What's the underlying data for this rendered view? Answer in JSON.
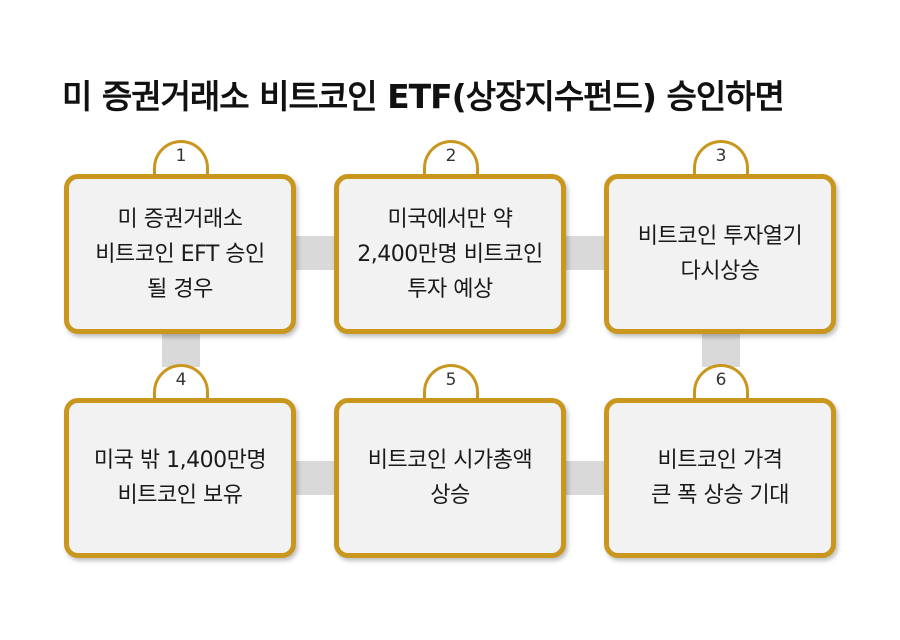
{
  "title": "미 증권거래소 비트코인 ETF(상장지수펀드) 승인하면",
  "steps": [
    {
      "number": "1",
      "text": "미 증권거래소\n비트코인 EFT 승인\n될 경우"
    },
    {
      "number": "2",
      "text": "미국에서만 약\n2,400만명 비트코인\n투자 예상"
    },
    {
      "number": "3",
      "text": "비트코인 투자열기\n다시상승"
    },
    {
      "number": "4",
      "text": "미국 밖 1,400만명\n비트코인 보유"
    },
    {
      "number": "5",
      "text": "비트코인 시가총액\n상승"
    },
    {
      "number": "6",
      "text": "비트코인 가격\n큰 폭 상승 기대"
    }
  ],
  "colors": {
    "accent": "#c9961e",
    "box_fill": "#f2f2f2",
    "connector": "#d9d9d9"
  }
}
